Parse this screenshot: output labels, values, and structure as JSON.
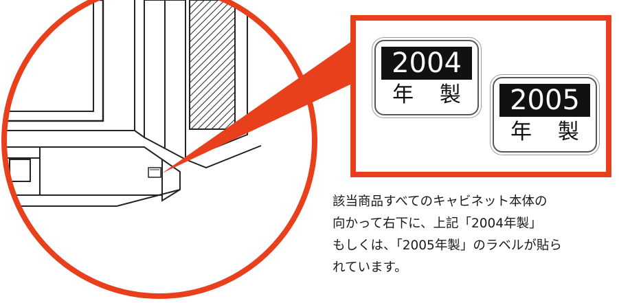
{
  "labels": [
    {
      "year": "2004",
      "suffix": "年 製"
    },
    {
      "year": "2005",
      "suffix": "年 製"
    }
  ],
  "caption": "該当商品すべてのキャビネット本体の\n向かって右下に、上記「2004年製」\nもしくは、「2005年製」のラベルが貼ら\nれています。",
  "colors": {
    "accent": "#e8401c",
    "label_band": "#111111",
    "text": "#1a1a1a"
  }
}
